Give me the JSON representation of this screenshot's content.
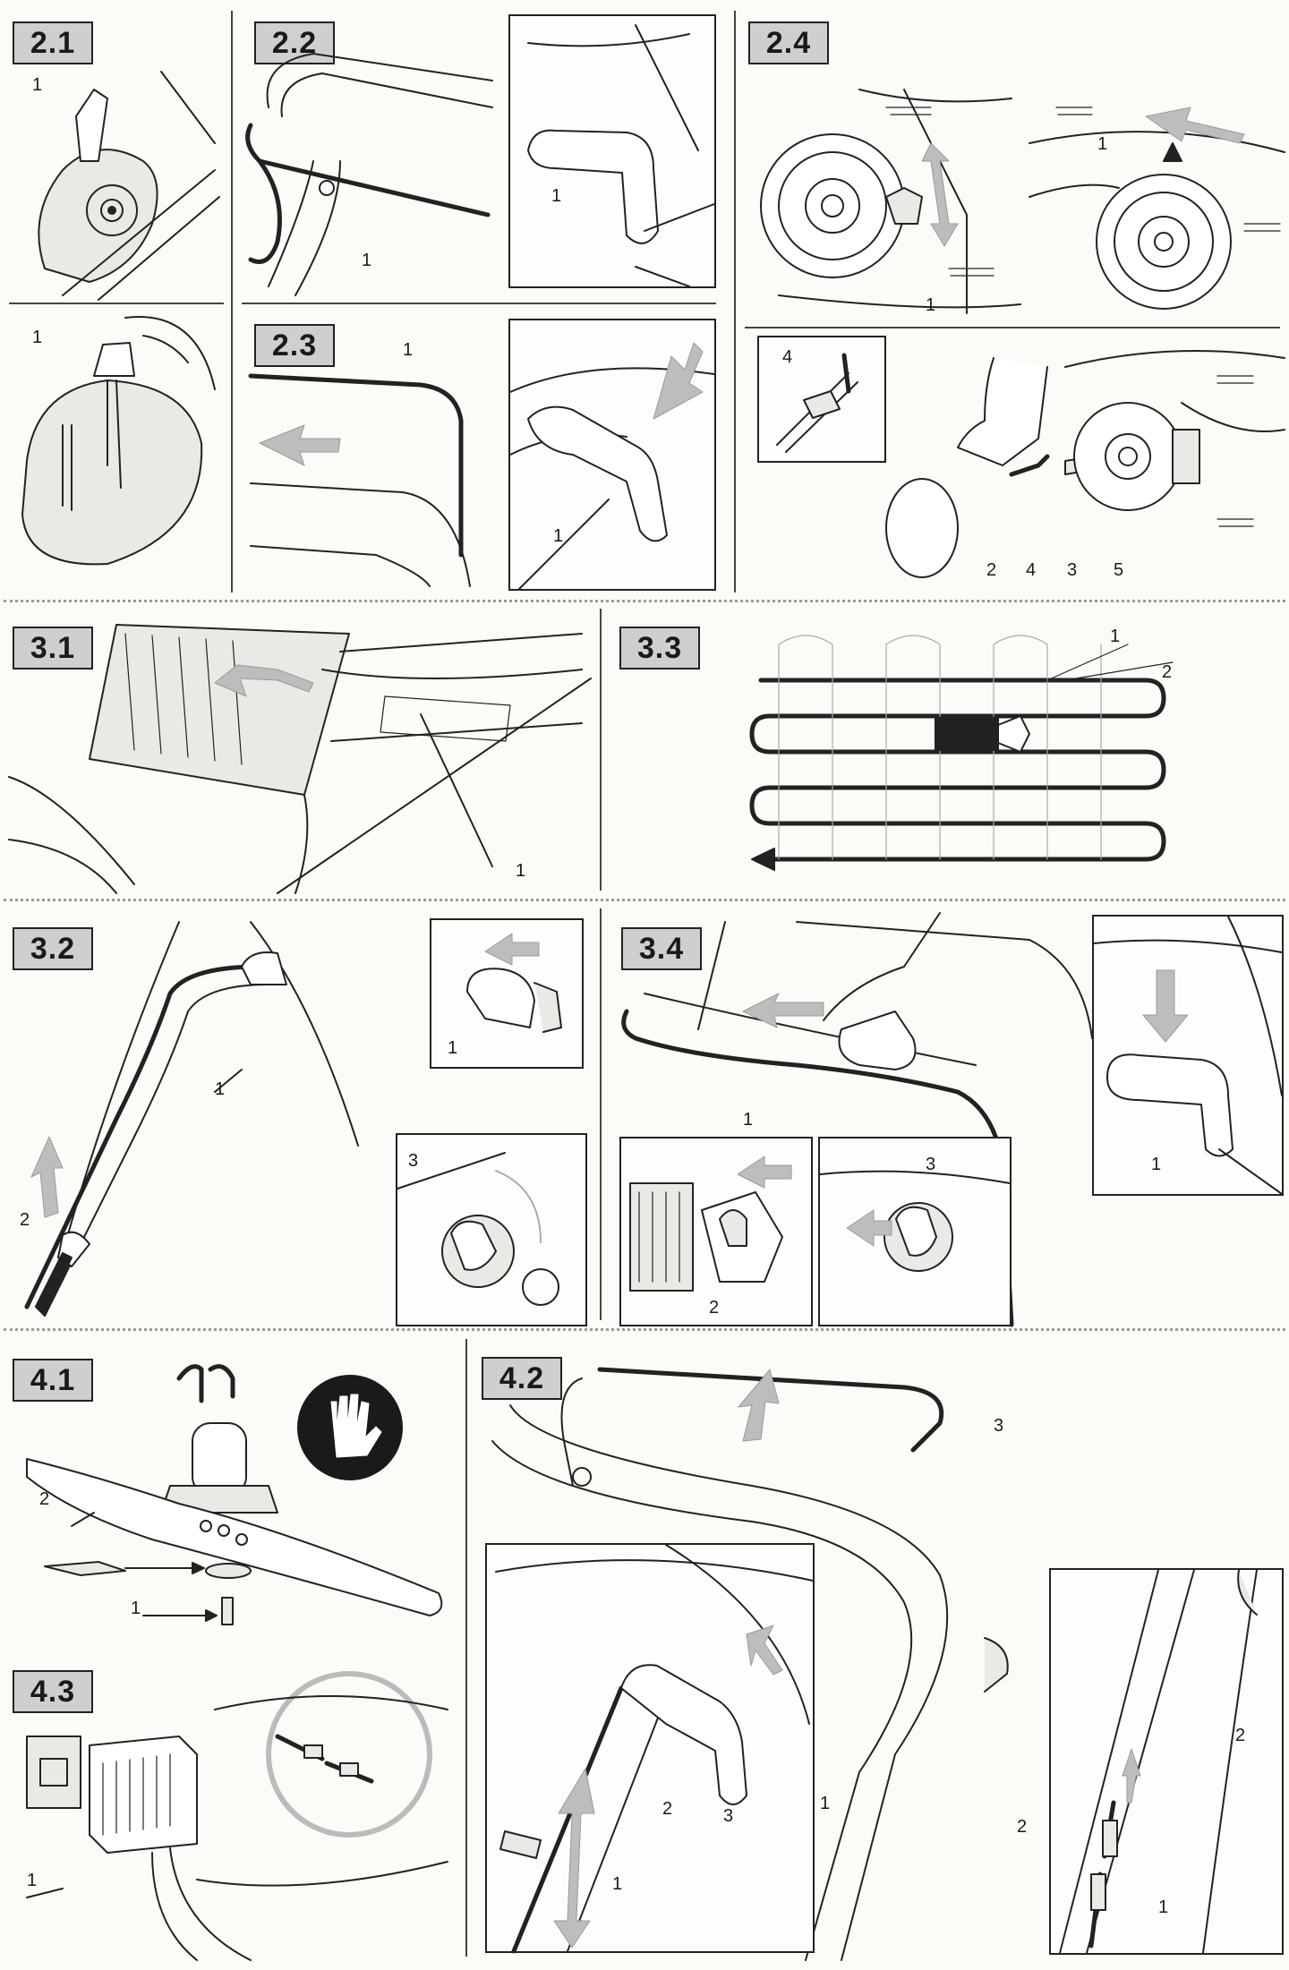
{
  "panels": {
    "p2_1": {
      "label": "2.1",
      "callouts": [
        "1",
        "1"
      ]
    },
    "p2_2": {
      "label": "2.2",
      "callouts": [
        "1",
        "1"
      ]
    },
    "p2_3": {
      "label": "2.3",
      "callouts": [
        "1",
        "1"
      ]
    },
    "p2_4": {
      "label": "2.4",
      "callouts": [
        "1",
        "1",
        "4",
        "2",
        "4",
        "3",
        "5"
      ]
    },
    "p3_1": {
      "label": "3.1",
      "callouts": [
        "1"
      ]
    },
    "p3_2": {
      "label": "3.2",
      "callouts": [
        "1",
        "1",
        "2",
        "3"
      ]
    },
    "p3_3": {
      "label": "3.3",
      "callouts": [
        "1",
        "2"
      ]
    },
    "p3_4": {
      "label": "3.4",
      "callouts": [
        "1",
        "1",
        "2",
        "3"
      ]
    },
    "p4_1": {
      "label": "4.1",
      "callouts": [
        "2",
        "1"
      ]
    },
    "p4_2": {
      "label": "4.2",
      "callouts": [
        "3",
        "2",
        "3",
        "1",
        "1",
        "2",
        "2",
        "1"
      ]
    },
    "p4_3": {
      "label": "4.3",
      "callouts": [
        "1"
      ]
    }
  },
  "icons": {
    "gloves": "protective-gloves-icon",
    "direction_arrows": "motion-arrow-icon"
  }
}
